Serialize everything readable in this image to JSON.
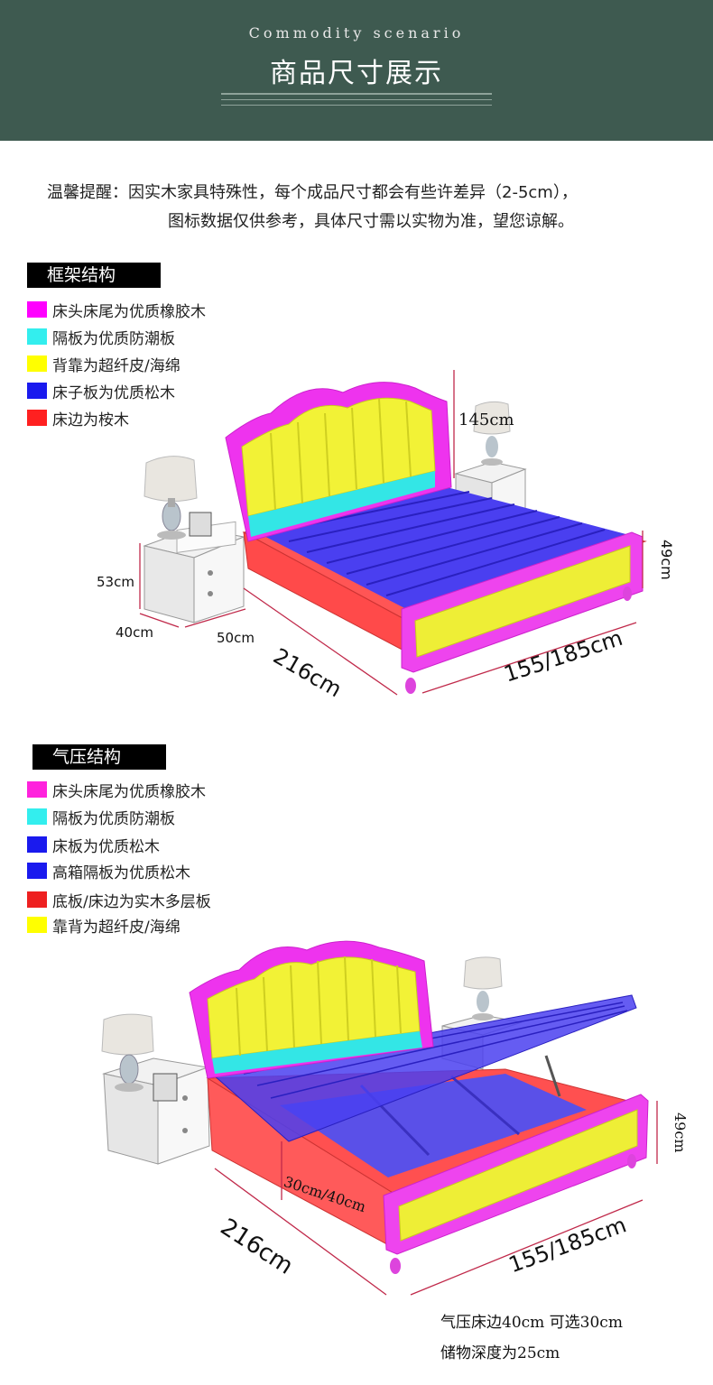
{
  "header": {
    "subtitle_en": "Commodity scenario",
    "title": "商品尺寸展示"
  },
  "notice": {
    "line1": "温馨提醒：因实木家具特殊性，每个成品尺寸都会有些许差异（2-5cm），",
    "line2": "图标数据仅供参考，具体尺寸需以实物为准，望您谅解。"
  },
  "frame_structure": {
    "title": "框架结构",
    "legend": [
      {
        "color": "#ff00ff",
        "label": "床头床尾为优质橡胶木"
      },
      {
        "color": "#33eeee",
        "label": "隔板为优质防潮板"
      },
      {
        "color": "#ffff00",
        "label": "背靠为超纤皮/海绵"
      },
      {
        "color": "#1a1aee",
        "label": "床子板为优质松木"
      },
      {
        "color": "#ff2020",
        "label": "床边为桉木"
      }
    ],
    "dims": {
      "height": "145cm",
      "nightstand_height": "53cm",
      "nightstand_depth": "40cm",
      "nightstand_width": "50cm",
      "length": "216cm",
      "width": "155/185cm",
      "footboard_height": "49cm"
    }
  },
  "gas_structure": {
    "title": "气压结构",
    "legend": [
      {
        "color": "#ff22dd",
        "label": "床头床尾为优质橡胶木"
      },
      {
        "color": "#33eeee",
        "label": "隔板为优质防潮板"
      },
      {
        "color": "#1a1aee",
        "label": "床板为优质松木"
      },
      {
        "color": "#1a1aee",
        "label": "高箱隔板为优质松木"
      },
      {
        "color": "#ee2020",
        "label": "底板/床边为实木多层板"
      },
      {
        "color": "#ffff00",
        "label": "靠背为超纤皮/海绵"
      }
    ],
    "dims": {
      "storage_height": "30cm/40cm",
      "length": "216cm",
      "width": "155/185cm",
      "footboard_height": "49cm"
    },
    "notes": {
      "line1": "气压床边40cm 可选30cm",
      "line2": "储物深度为25cm"
    }
  }
}
